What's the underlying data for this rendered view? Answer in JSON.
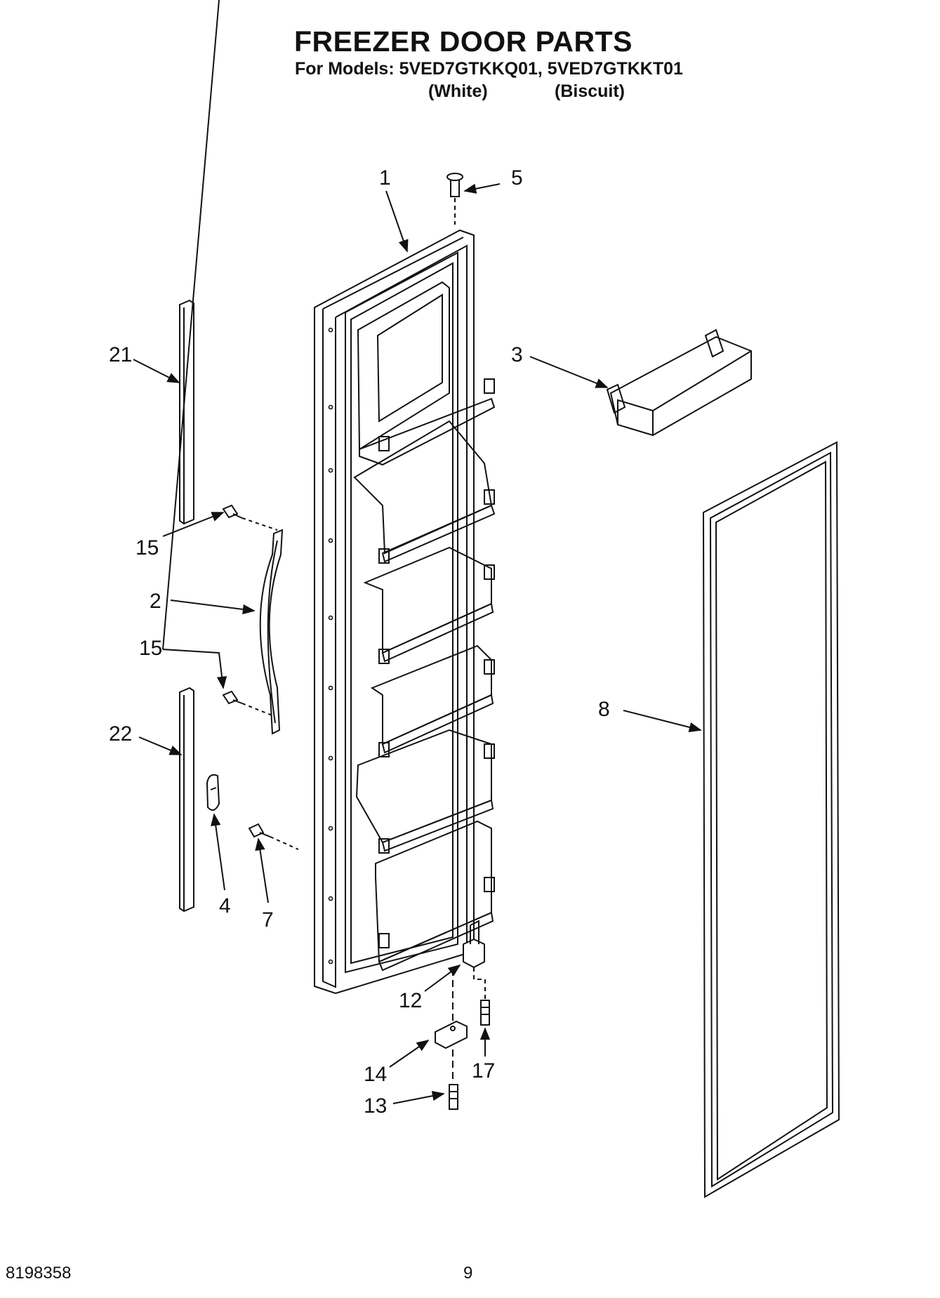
{
  "header": {
    "title": "FREEZER DOOR PARTS",
    "models_line": "For Models: 5VED7GTKKQ01, 5VED7GTKKT01",
    "variants": [
      "(White)",
      "(Biscuit)"
    ]
  },
  "callouts": {
    "p1": "1",
    "p2": "2",
    "p3": "3",
    "p4": "4",
    "p5": "5",
    "p7": "7",
    "p8": "8",
    "p12": "12",
    "p13": "13",
    "p14": "14",
    "p15a": "15",
    "p15b": "15",
    "p17": "17",
    "p21": "21",
    "p22": "22"
  },
  "footer": {
    "doc_number": "8198358",
    "page_number": "9"
  }
}
